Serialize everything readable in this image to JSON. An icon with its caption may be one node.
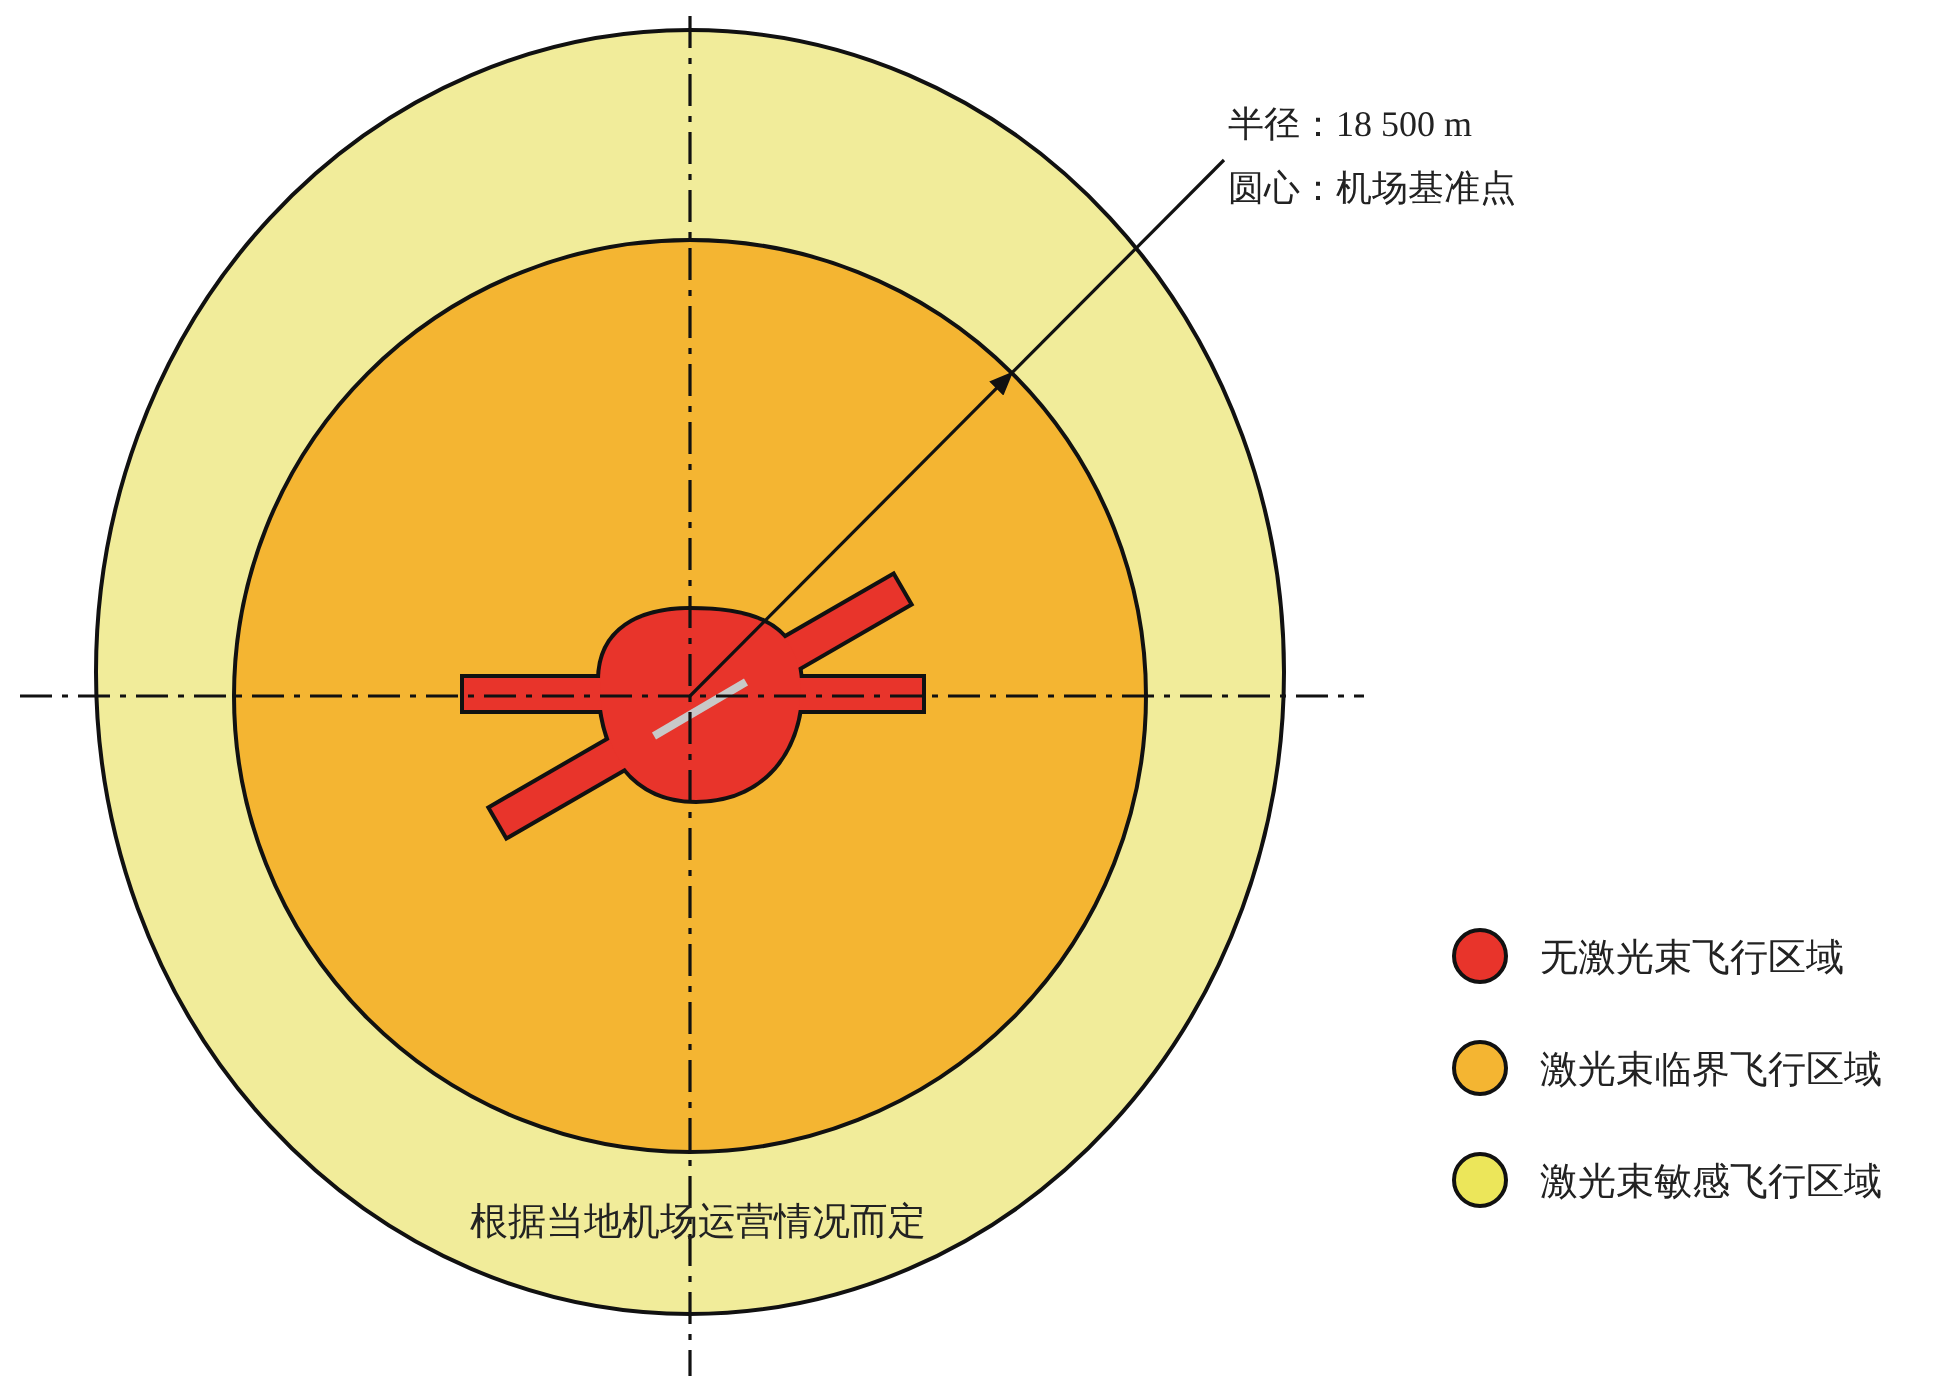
{
  "diagram": {
    "nodes": [
      {
        "text": [
          "根据当地机场运营情况而定"
        ]
      },
      {
        "text": [],
        "shape": "circle",
        "in": 0
      },
      {
        "text": [],
        "shape": "cross",
        "in": 1
      },
      {
        "text": [
          "半径：18 500 m",
          "圆心：机场基准点"
        ]
      }
    ],
    "edges": [
      {
        "from": 2,
        "to": 1,
        "arrow": "to"
      },
      {
        "from": 3,
        "to": 1,
        "arrow": "none"
      }
    ],
    "legend": [
      {
        "text": "无激光束飞行区域",
        "color": "#e8342b"
      },
      {
        "text": "激光束临界飞行区域",
        "color": "#f4b532"
      },
      {
        "text": "激光束敏感飞行区域",
        "color": "#ece65a"
      }
    ]
  }
}
